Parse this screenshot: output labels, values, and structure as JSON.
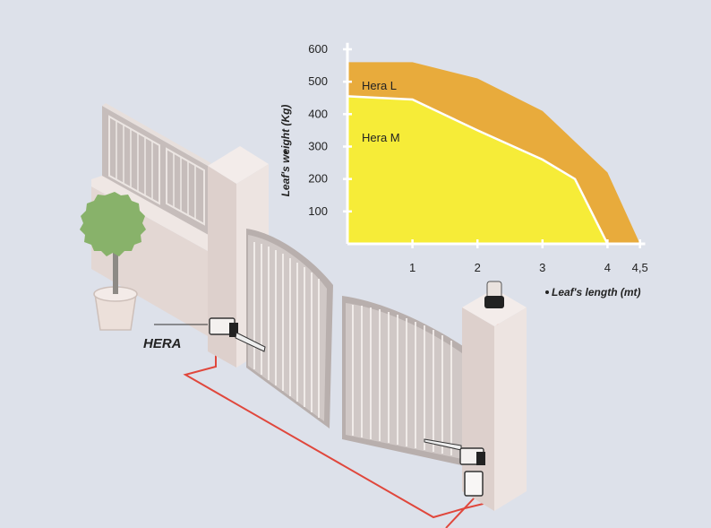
{
  "product_label": "HERA",
  "colors": {
    "background": "#dde1ea",
    "hera_l_fill": "#e8ab3c",
    "hera_m_fill": "#f6ec38",
    "axis": "#ffffff",
    "cable": "#e0473c",
    "tree": "#88b26a",
    "wall": "#e3d7d3"
  },
  "chart_data": {
    "type": "area",
    "ylabel": "Leaf's weight  (Kg)",
    "xlabel": "Leaf's length  (mt)",
    "xlim": [
      0,
      4.5
    ],
    "ylim": [
      0,
      600
    ],
    "x_ticks": [
      {
        "value": 1,
        "label": "1"
      },
      {
        "value": 2,
        "label": "2"
      },
      {
        "value": 3,
        "label": "3"
      },
      {
        "value": 4,
        "label": "4"
      },
      {
        "value": 4.5,
        "label": "4,5"
      }
    ],
    "y_ticks": [
      {
        "value": 100,
        "label": "100"
      },
      {
        "value": 200,
        "label": "200"
      },
      {
        "value": 300,
        "label": "300"
      },
      {
        "value": 400,
        "label": "400"
      },
      {
        "value": 500,
        "label": "500"
      },
      {
        "value": 600,
        "label": "600"
      }
    ],
    "series": [
      {
        "name": "Hera L",
        "color": "#e8ab3c",
        "points": [
          [
            0,
            560
          ],
          [
            1,
            560
          ],
          [
            2,
            510
          ],
          [
            3,
            410
          ],
          [
            4,
            220
          ],
          [
            4.5,
            0
          ]
        ]
      },
      {
        "name": "Hera M",
        "color": "#f6ec38",
        "points": [
          [
            0,
            455
          ],
          [
            1,
            445
          ],
          [
            2,
            350
          ],
          [
            3,
            260
          ],
          [
            3.5,
            200
          ],
          [
            4,
            0
          ]
        ]
      }
    ]
  }
}
